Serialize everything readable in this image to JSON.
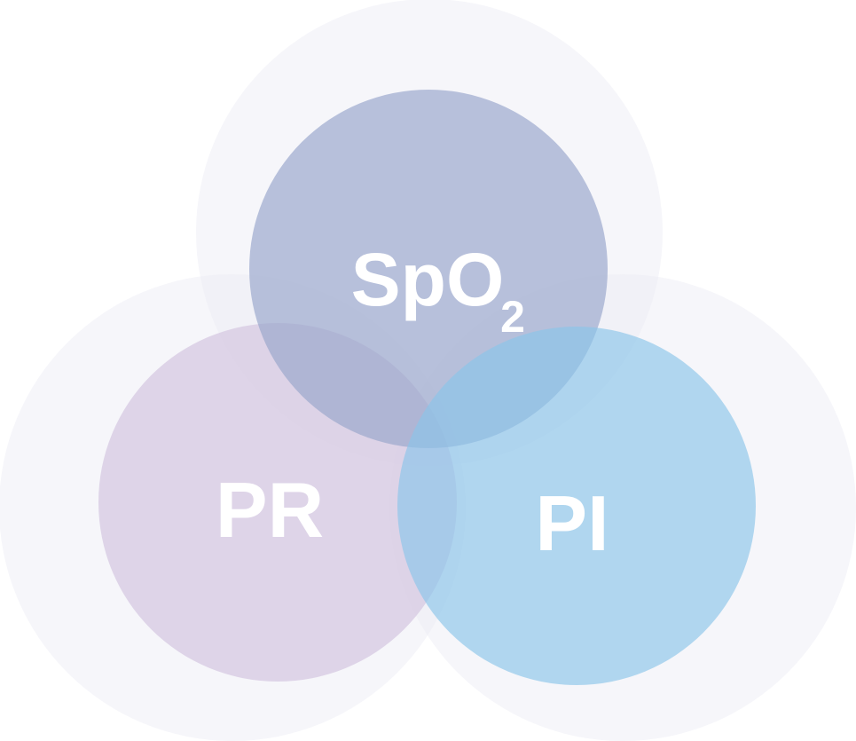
{
  "diagram": {
    "circles": {
      "spo2": {
        "label": "SpO",
        "subscript": "2",
        "color": "#9aa6cc"
      },
      "pr": {
        "label": "PR",
        "color": "#d6c8e1"
      },
      "pi": {
        "label": "PI",
        "color": "#8ac5ea"
      }
    },
    "halo_color": "#ececf5"
  }
}
